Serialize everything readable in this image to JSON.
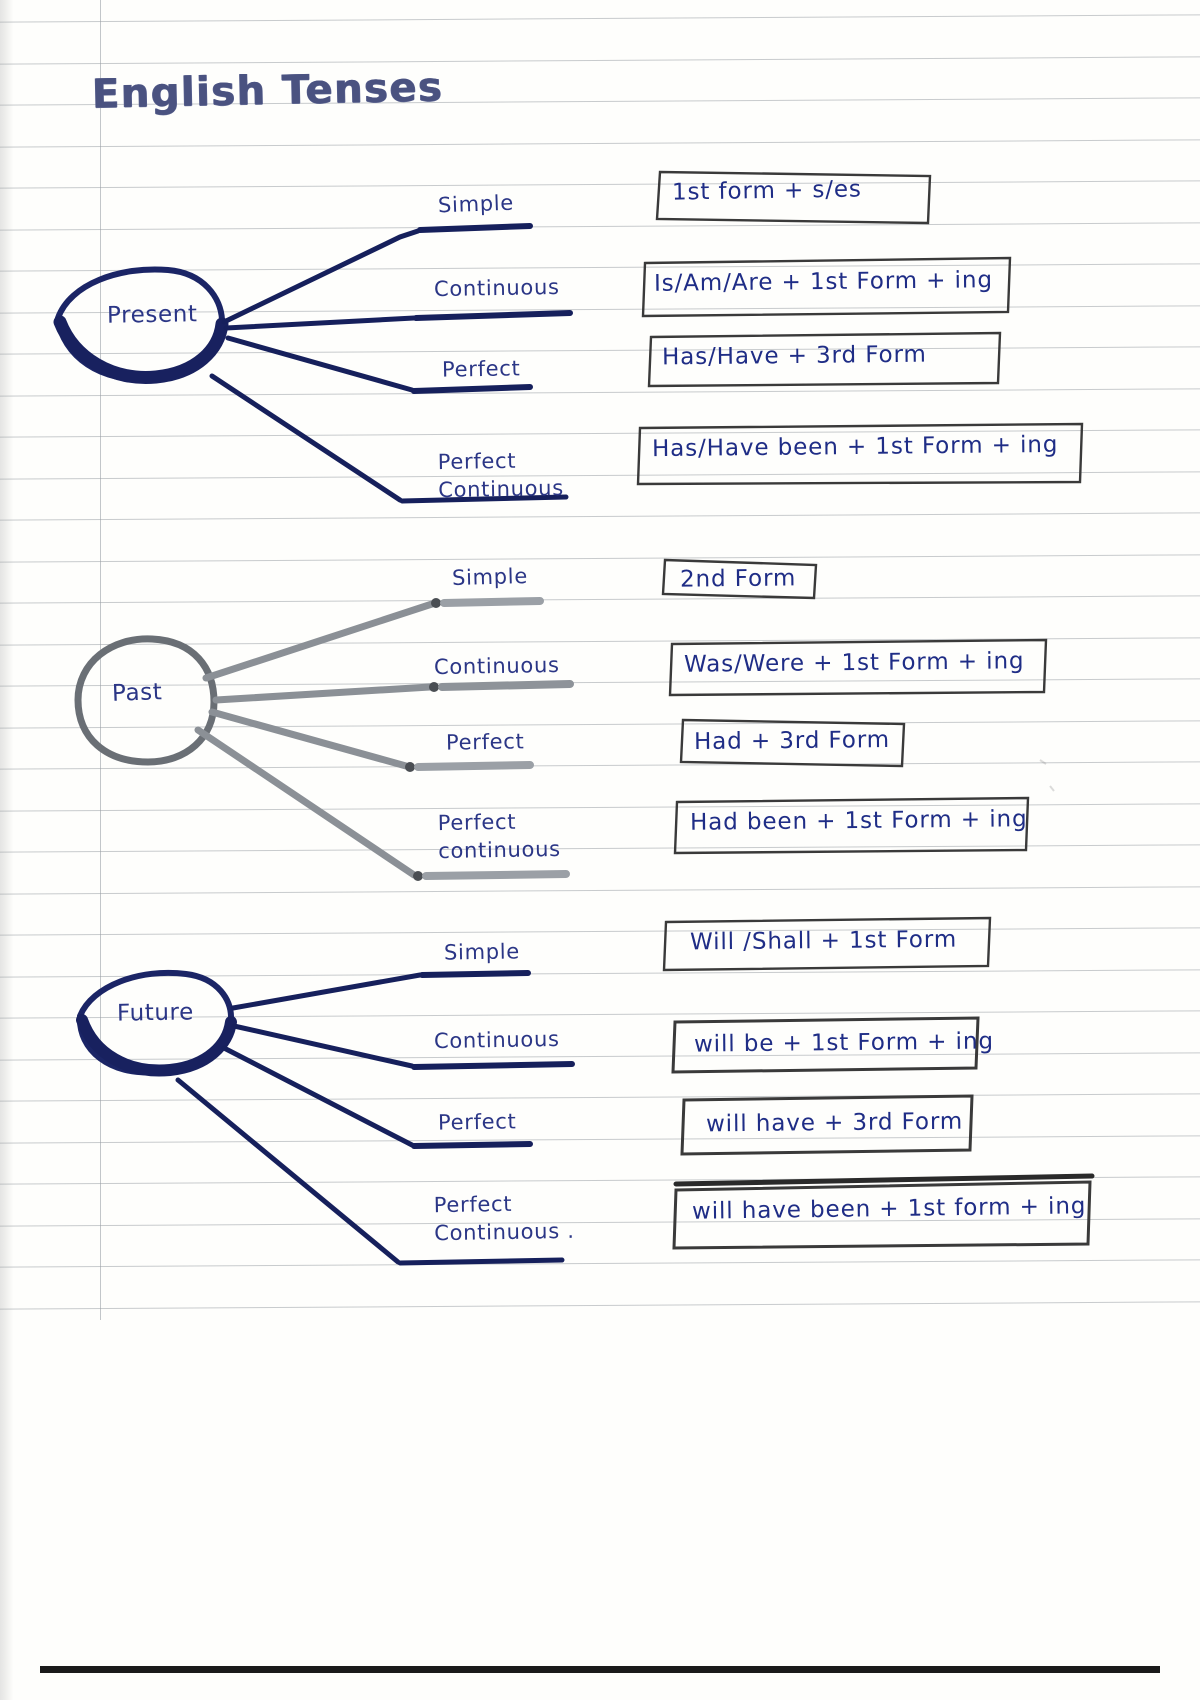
{
  "document": {
    "title": "English Tenses",
    "medium": "handwritten notebook page",
    "ink_color_primary": "#26307a",
    "ink_color_past_branch": "#6a6f75",
    "paper_color": "#fefefc",
    "rule_line_color": "#9aa0a6"
  },
  "groups": [
    {
      "id": "present",
      "node_label": "Present",
      "node_shape": "hand-drawn-ellipse",
      "node_outline_color": "#1b2566",
      "branch_color": "#16205c",
      "branches": [
        {
          "label": "Simple",
          "formula": "1st form + s/es"
        },
        {
          "label": "Continuous",
          "formula": "Is/Am/Are + 1st Form + ing"
        },
        {
          "label": "Perfect",
          "formula": "Has/Have + 3rd Form"
        },
        {
          "label": "Perfect Continuous",
          "label_line1": "Perfect",
          "label_line2": "Continuous",
          "formula": "Has/Have been + 1st Form + ing"
        }
      ]
    },
    {
      "id": "past",
      "node_label": "Past",
      "node_shape": "hand-drawn-circle",
      "node_outline_color": "#6a6f75",
      "branch_color": "#7b8086",
      "branches": [
        {
          "label": "Simple",
          "formula": "2nd Form"
        },
        {
          "label": "Continuous",
          "formula": "Was/Were + 1st Form + ing"
        },
        {
          "label": "Perfect",
          "formula": "Had + 3rd Form"
        },
        {
          "label": "Perfect Continuous",
          "label_line1": "Perfect",
          "label_line2": "continuous",
          "formula": "Had been + 1st Form + ing"
        }
      ]
    },
    {
      "id": "future",
      "node_label": "Future",
      "node_shape": "hand-drawn-ellipse",
      "node_outline_color": "#1b2566",
      "branch_color": "#16205c",
      "branches": [
        {
          "label": "Simple",
          "formula": "Will /Shall + 1st Form"
        },
        {
          "label": "Continuous",
          "formula": "will be + 1st Form + ing"
        },
        {
          "label": "Perfect",
          "formula": "will have + 3rd Form"
        },
        {
          "label": "Perfect Continuous",
          "label_line1": "Perfect",
          "label_line2": "Continuous .",
          "formula": "will have been + 1st form + ing"
        }
      ]
    }
  ]
}
